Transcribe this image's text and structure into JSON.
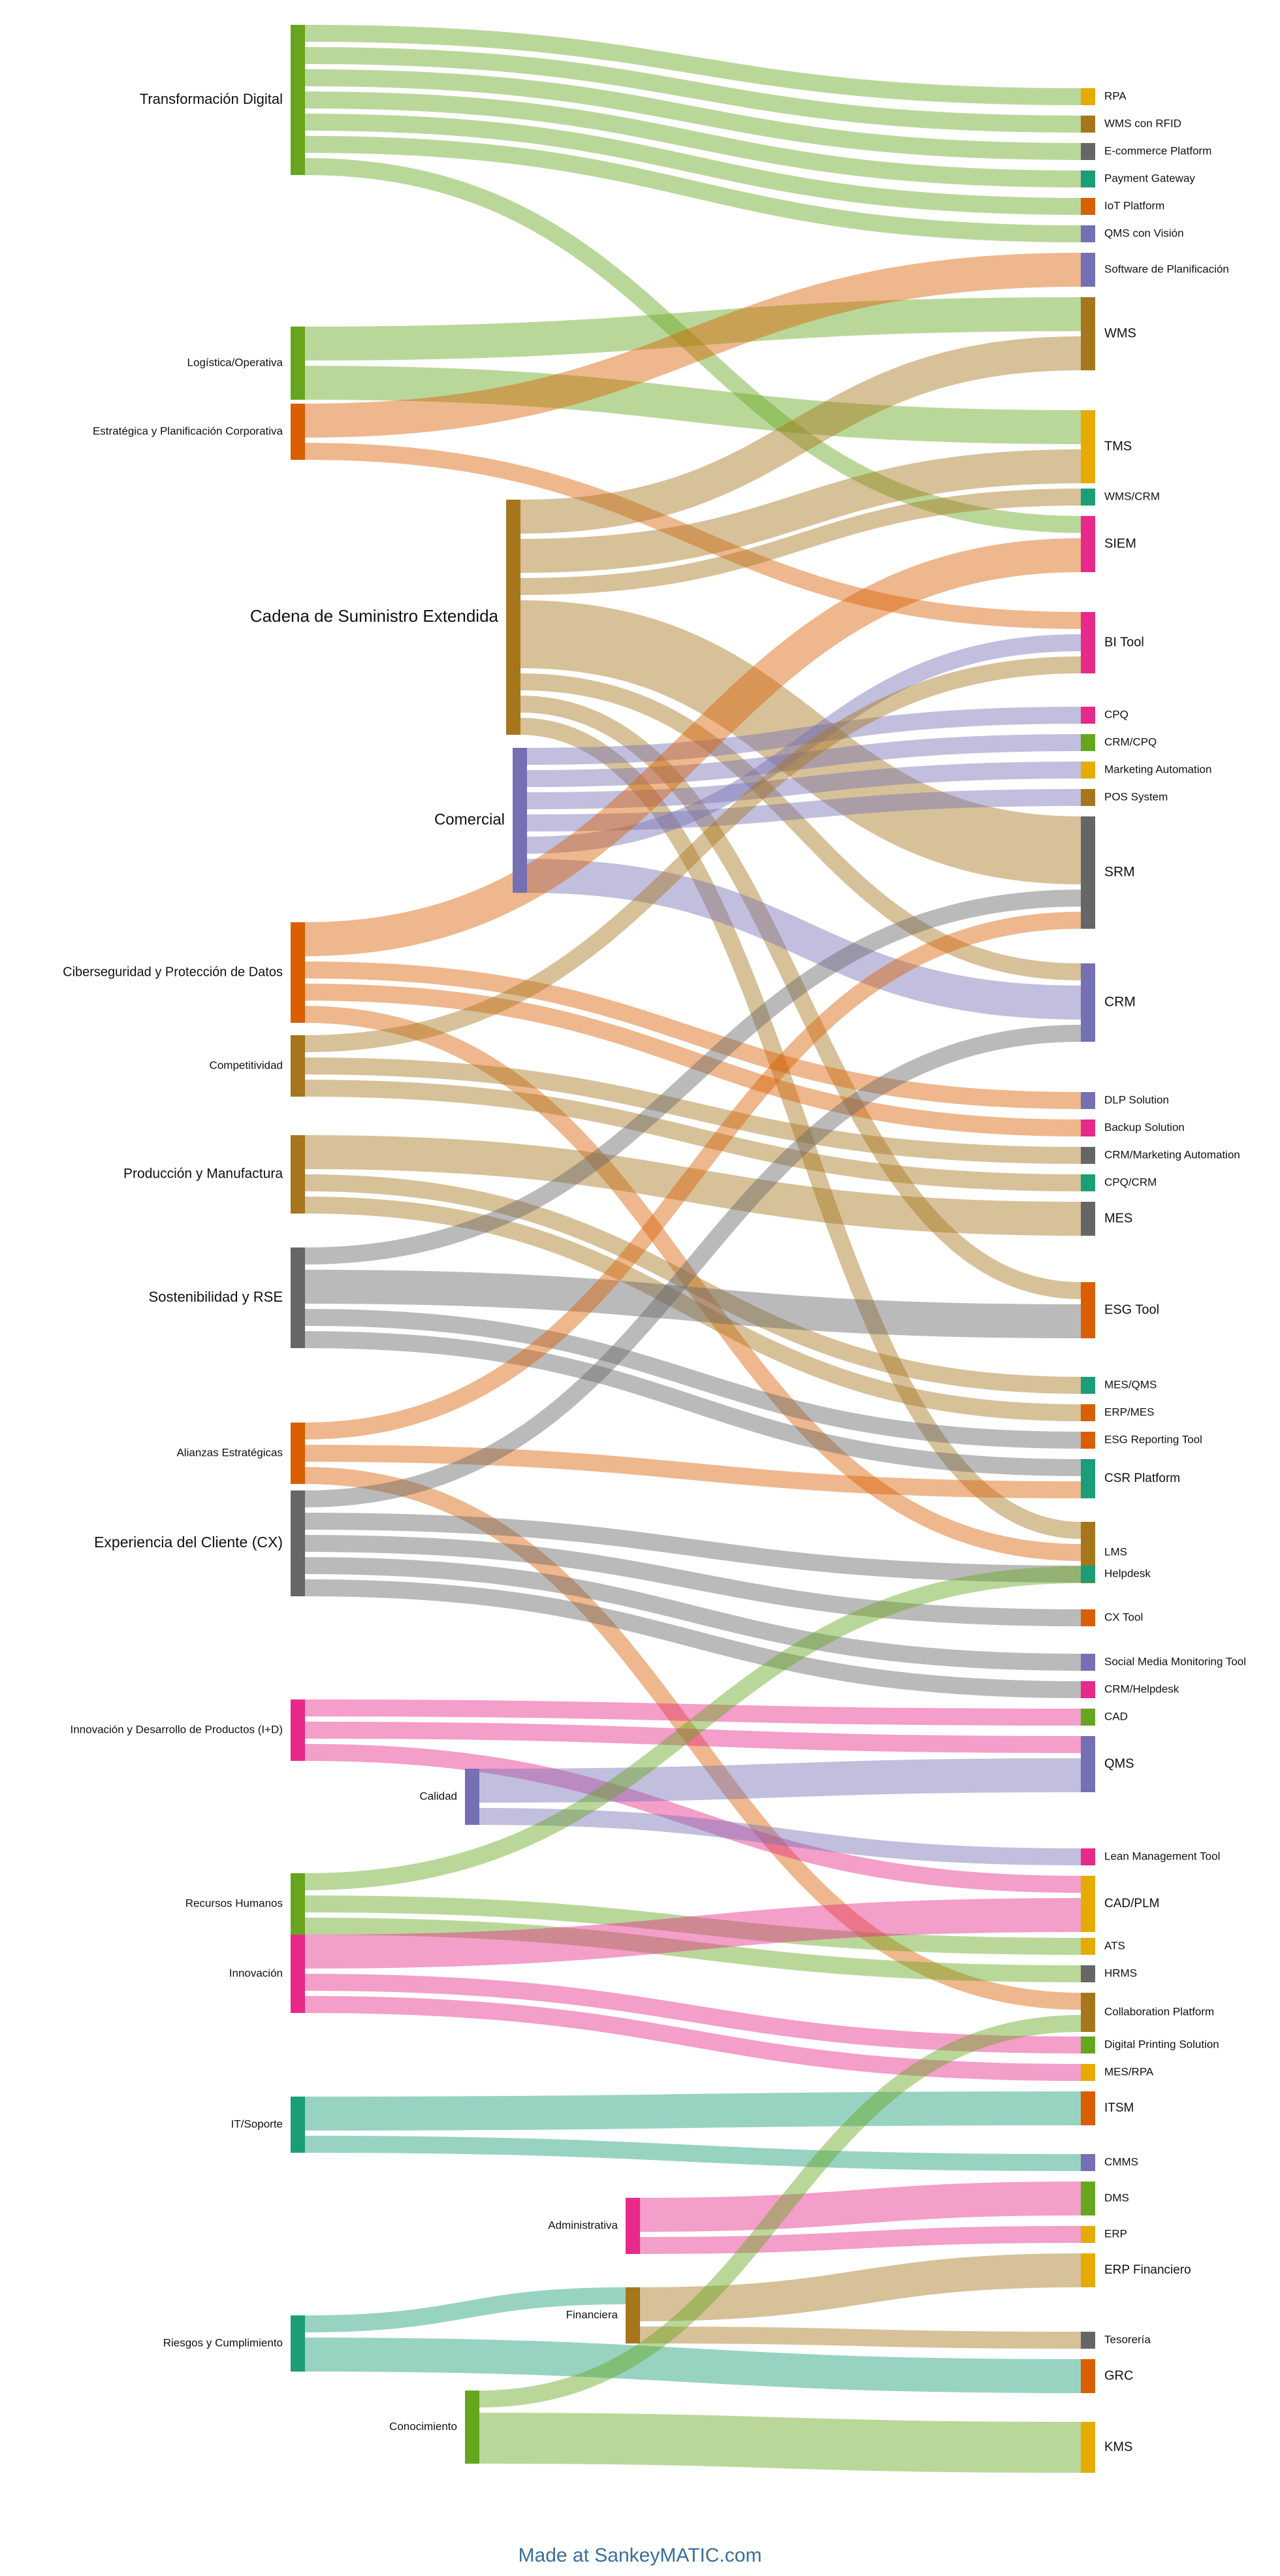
{
  "colors": {
    "green": "#66a61e",
    "orange": "#d95f02",
    "brown": "#a6761d",
    "purple": "#7570b3",
    "gray": "#666666",
    "teal": "#1b9e77",
    "pink": "#e7298a",
    "yellow": "#e6ab02"
  },
  "nodes": [
    {
      "id": "td",
      "label": "Transformación Digital",
      "color": "green"
    },
    {
      "id": "log",
      "label": "Logística/Operativa",
      "color": "green"
    },
    {
      "id": "est",
      "label": "Estratégica y Planificación Corporativa",
      "color": "orange"
    },
    {
      "id": "cad",
      "label": "Cadena de Suministro Extendida",
      "color": "brown"
    },
    {
      "id": "com",
      "label": "Comercial",
      "color": "purple"
    },
    {
      "id": "cib",
      "label": "Ciberseguridad y Protección de Datos",
      "color": "orange"
    },
    {
      "id": "cmp",
      "label": "Competitividad",
      "color": "brown"
    },
    {
      "id": "prod",
      "label": "Producción y Manufactura",
      "color": "brown"
    },
    {
      "id": "sos",
      "label": "Sostenibilidad y RSE",
      "color": "gray"
    },
    {
      "id": "ali",
      "label": "Alianzas Estratégicas",
      "color": "orange"
    },
    {
      "id": "cx",
      "label": "Experiencia del Cliente (CX)",
      "color": "gray"
    },
    {
      "id": "idp",
      "label": "Innovación y Desarrollo de Productos (I+D)",
      "color": "pink"
    },
    {
      "id": "cal",
      "label": "Calidad",
      "color": "purple"
    },
    {
      "id": "rh",
      "label": "Recursos Humanos",
      "color": "green"
    },
    {
      "id": "inn",
      "label": "Innovación",
      "color": "pink"
    },
    {
      "id": "it",
      "label": "IT/Soporte",
      "color": "teal"
    },
    {
      "id": "adm",
      "label": "Administrativa",
      "color": "pink"
    },
    {
      "id": "fin",
      "label": "Financiera",
      "color": "brown"
    },
    {
      "id": "rc",
      "label": "Riesgos y Cumplimiento",
      "color": "teal"
    },
    {
      "id": "con",
      "label": "Conocimiento",
      "color": "green"
    },
    {
      "id": "rpa",
      "label": "RPA",
      "color": "yellow"
    },
    {
      "id": "wmsr",
      "label": "WMS con RFID",
      "color": "brown"
    },
    {
      "id": "ecom",
      "label": "E-commerce Platform",
      "color": "gray"
    },
    {
      "id": "pay",
      "label": "Payment Gateway",
      "color": "teal"
    },
    {
      "id": "iot",
      "label": "IoT Platform",
      "color": "orange"
    },
    {
      "id": "qmsv",
      "label": "QMS con Visión",
      "color": "purple"
    },
    {
      "id": "splan",
      "label": "Software de Planificación",
      "color": "purple"
    },
    {
      "id": "wms",
      "label": "WMS",
      "color": "brown"
    },
    {
      "id": "tms",
      "label": "TMS",
      "color": "yellow"
    },
    {
      "id": "wmscrm",
      "label": "WMS/CRM",
      "color": "teal"
    },
    {
      "id": "siem",
      "label": "SIEM",
      "color": "pink"
    },
    {
      "id": "bi",
      "label": "BI Tool",
      "color": "pink"
    },
    {
      "id": "cpq",
      "label": "CPQ",
      "color": "pink"
    },
    {
      "id": "crmcpq",
      "label": "CRM/CPQ",
      "color": "green"
    },
    {
      "id": "mkt",
      "label": "Marketing Automation",
      "color": "yellow"
    },
    {
      "id": "pos",
      "label": "POS System",
      "color": "brown"
    },
    {
      "id": "srm",
      "label": "SRM",
      "color": "gray"
    },
    {
      "id": "crm",
      "label": "CRM",
      "color": "purple"
    },
    {
      "id": "dlp",
      "label": "DLP Solution",
      "color": "purple"
    },
    {
      "id": "bak",
      "label": "Backup Solution",
      "color": "pink"
    },
    {
      "id": "crmma",
      "label": "CRM/Marketing Automation",
      "color": "gray"
    },
    {
      "id": "cpqcrm",
      "label": "CPQ/CRM",
      "color": "teal"
    },
    {
      "id": "mes",
      "label": "MES",
      "color": "gray"
    },
    {
      "id": "esg",
      "label": "ESG Tool",
      "color": "orange"
    },
    {
      "id": "mesqms",
      "label": "MES/QMS",
      "color": "teal"
    },
    {
      "id": "erpmes",
      "label": "ERP/MES",
      "color": "orange"
    },
    {
      "id": "esgrep",
      "label": "ESG Reporting Tool",
      "color": "orange"
    },
    {
      "id": "csr",
      "label": "CSR Platform",
      "color": "teal"
    },
    {
      "id": "lms",
      "label": "LMS",
      "color": "brown"
    },
    {
      "id": "help",
      "label": "Helpdesk",
      "color": "teal"
    },
    {
      "id": "cxt",
      "label": "CX Tool",
      "color": "orange"
    },
    {
      "id": "smm",
      "label": "Social Media Monitoring Tool",
      "color": "purple"
    },
    {
      "id": "crmh",
      "label": "CRM/Helpdesk",
      "color": "pink"
    },
    {
      "id": "cadt",
      "label": "CAD",
      "color": "green"
    },
    {
      "id": "qms",
      "label": "QMS",
      "color": "purple"
    },
    {
      "id": "lean",
      "label": "Lean Management Tool",
      "color": "pink"
    },
    {
      "id": "cadplm",
      "label": "CAD/PLM",
      "color": "yellow"
    },
    {
      "id": "ats",
      "label": "ATS",
      "color": "yellow"
    },
    {
      "id": "hrms",
      "label": "HRMS",
      "color": "gray"
    },
    {
      "id": "collab",
      "label": "Collaboration Platform",
      "color": "brown"
    },
    {
      "id": "dps",
      "label": "Digital Printing Solution",
      "color": "green"
    },
    {
      "id": "mesrpa",
      "label": "MES/RPA",
      "color": "yellow"
    },
    {
      "id": "itsm",
      "label": "ITSM",
      "color": "orange"
    },
    {
      "id": "cmms",
      "label": "CMMS",
      "color": "purple"
    },
    {
      "id": "dms",
      "label": "DMS",
      "color": "green"
    },
    {
      "id": "erp",
      "label": "ERP",
      "color": "yellow"
    },
    {
      "id": "erpf",
      "label": "ERP Financiero",
      "color": "yellow"
    },
    {
      "id": "tes",
      "label": "Tesorería",
      "color": "gray"
    },
    {
      "id": "grc",
      "label": "GRC",
      "color": "orange"
    },
    {
      "id": "kms",
      "label": "KMS",
      "color": "yellow"
    }
  ],
  "flows": [
    {
      "from": "td",
      "to": "rpa",
      "value": 1
    },
    {
      "from": "td",
      "to": "wmsr",
      "value": 1
    },
    {
      "from": "td",
      "to": "ecom",
      "value": 1
    },
    {
      "from": "td",
      "to": "pay",
      "value": 1
    },
    {
      "from": "td",
      "to": "iot",
      "value": 1
    },
    {
      "from": "td",
      "to": "qmsv",
      "value": 1
    },
    {
      "from": "td",
      "to": "siem",
      "value": 1
    },
    {
      "from": "log",
      "to": "wms",
      "value": 2
    },
    {
      "from": "log",
      "to": "tms",
      "value": 2
    },
    {
      "from": "est",
      "to": "splan",
      "value": 2
    },
    {
      "from": "est",
      "to": "bi",
      "value": 1
    },
    {
      "from": "cad",
      "to": "wms",
      "value": 2
    },
    {
      "from": "cad",
      "to": "tms",
      "value": 2
    },
    {
      "from": "cad",
      "to": "wmscrm",
      "value": 1
    },
    {
      "from": "cad",
      "to": "srm",
      "value": 4
    },
    {
      "from": "cad",
      "to": "crm",
      "value": 1
    },
    {
      "from": "cad",
      "to": "esg",
      "value": 1
    },
    {
      "from": "cad",
      "to": "lms",
      "value": 1
    },
    {
      "from": "com",
      "to": "cpq",
      "value": 1
    },
    {
      "from": "com",
      "to": "crmcpq",
      "value": 1
    },
    {
      "from": "com",
      "to": "mkt",
      "value": 1
    },
    {
      "from": "com",
      "to": "pos",
      "value": 1
    },
    {
      "from": "com",
      "to": "bi",
      "value": 1
    },
    {
      "from": "com",
      "to": "crm",
      "value": 2
    },
    {
      "from": "cib",
      "to": "siem",
      "value": 2
    },
    {
      "from": "cib",
      "to": "dlp",
      "value": 1
    },
    {
      "from": "cib",
      "to": "bak",
      "value": 1
    },
    {
      "from": "cib",
      "to": "lms",
      "value": 1
    },
    {
      "from": "cmp",
      "to": "bi",
      "value": 1
    },
    {
      "from": "cmp",
      "to": "crmma",
      "value": 1
    },
    {
      "from": "cmp",
      "to": "cpqcrm",
      "value": 1
    },
    {
      "from": "prod",
      "to": "mes",
      "value": 2
    },
    {
      "from": "prod",
      "to": "mesqms",
      "value": 1
    },
    {
      "from": "prod",
      "to": "erpmes",
      "value": 1
    },
    {
      "from": "sos",
      "to": "srm",
      "value": 1
    },
    {
      "from": "sos",
      "to": "esg",
      "value": 2
    },
    {
      "from": "sos",
      "to": "esgrep",
      "value": 1
    },
    {
      "from": "sos",
      "to": "csr",
      "value": 1
    },
    {
      "from": "ali",
      "to": "srm",
      "value": 1
    },
    {
      "from": "ali",
      "to": "csr",
      "value": 1
    },
    {
      "from": "ali",
      "to": "collab",
      "value": 1
    },
    {
      "from": "cx",
      "to": "crm",
      "value": 1
    },
    {
      "from": "cx",
      "to": "help",
      "value": 1
    },
    {
      "from": "cx",
      "to": "cxt",
      "value": 1
    },
    {
      "from": "cx",
      "to": "smm",
      "value": 1
    },
    {
      "from": "cx",
      "to": "crmh",
      "value": 1
    },
    {
      "from": "idp",
      "to": "cadt",
      "value": 1
    },
    {
      "from": "idp",
      "to": "qms",
      "value": 1
    },
    {
      "from": "idp",
      "to": "cadplm",
      "value": 1
    },
    {
      "from": "cal",
      "to": "qms",
      "value": 2
    },
    {
      "from": "cal",
      "to": "lean",
      "value": 1
    },
    {
      "from": "rh",
      "to": "lms",
      "value": 1
    },
    {
      "from": "rh",
      "to": "ats",
      "value": 1
    },
    {
      "from": "rh",
      "to": "hrms",
      "value": 1
    },
    {
      "from": "inn",
      "to": "cadplm",
      "value": 2
    },
    {
      "from": "inn",
      "to": "dps",
      "value": 1
    },
    {
      "from": "inn",
      "to": "mesrpa",
      "value": 1
    },
    {
      "from": "it",
      "to": "itsm",
      "value": 2
    },
    {
      "from": "it",
      "to": "cmms",
      "value": 1
    },
    {
      "from": "adm",
      "to": "dms",
      "value": 2
    },
    {
      "from": "adm",
      "to": "erp",
      "value": 1
    },
    {
      "from": "fin",
      "to": "erpf",
      "value": 2
    },
    {
      "from": "fin",
      "to": "tes",
      "value": 1
    },
    {
      "from": "rc",
      "to": "fin",
      "value": 1
    },
    {
      "from": "rc",
      "to": "grc",
      "value": 2
    },
    {
      "from": "con",
      "to": "collab",
      "value": 1
    },
    {
      "from": "con",
      "to": "kms",
      "value": 3
    }
  ],
  "credit": "Made at SankeyMATIC.com"
}
